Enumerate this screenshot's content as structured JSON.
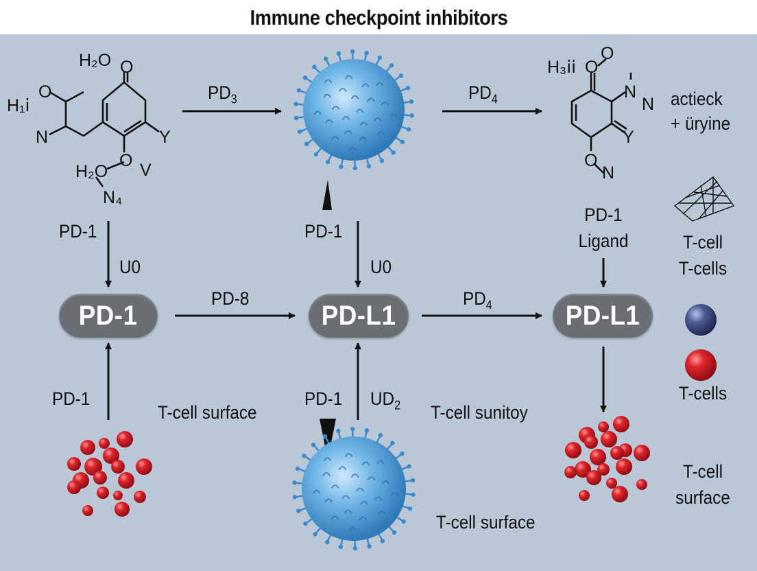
{
  "title": "Immune checkpoint inhibitors",
  "nodes": {
    "left": "PD-1",
    "middle": "PD-L1",
    "right": "PD-L1"
  },
  "edges": {
    "top_left_to_virus": "PD",
    "top_left_to_virus_sub": "3",
    "virus_to_top_right": "PD",
    "virus_to_top_right_sub": "4",
    "left_to_middle": "PD-8",
    "middle_to_right": "PD",
    "middle_to_right_sub": "4",
    "left_down_label": "PD-1",
    "left_down_tag": "U0",
    "mid_down_label": "PD-1",
    "mid_down_tag": "U0",
    "right_down_label": "PD-1\nLigand",
    "left_up_label": "PD-1",
    "mid_up_label": "PD-1",
    "mid_up_tag": "UD",
    "mid_up_tag_sub": "2"
  },
  "annotations": {
    "t_cell_surface_left": "T-cell surface",
    "t_cell_sunitoy": "T-cell sunitoy",
    "t_cell_surface_bottom": "T-cell surface",
    "actieck": "actieck\n+ üryine",
    "legend_tcell": "T-cell\nT-cells",
    "legend_tcells": "T-cells",
    "legend_surface": "T-cell\nsurface"
  },
  "chem_left": {
    "h2o_top": "H₂O",
    "o_top": "O",
    "h_left": "H₁ⅰ",
    "o_left": "O",
    "n_left": "N",
    "y": "Y",
    "o_mid": "O",
    "v": "V",
    "h2o_bottom": "H₂O",
    "n4": "N₄"
  },
  "chem_right": {
    "h3": "H₃ⅰⅰ",
    "o_eq": "O",
    "o_top": "O",
    "n_top": "N",
    "n_right": "N",
    "y": "Y",
    "o_bottom": "O",
    "n_bottom": "N"
  },
  "colors": {
    "background": "#b9c7d6",
    "pill": "#6a6e73",
    "virus": "#4f9fd8",
    "red_ball": "#d0202a",
    "blue_ball": "#3c4a7c"
  }
}
